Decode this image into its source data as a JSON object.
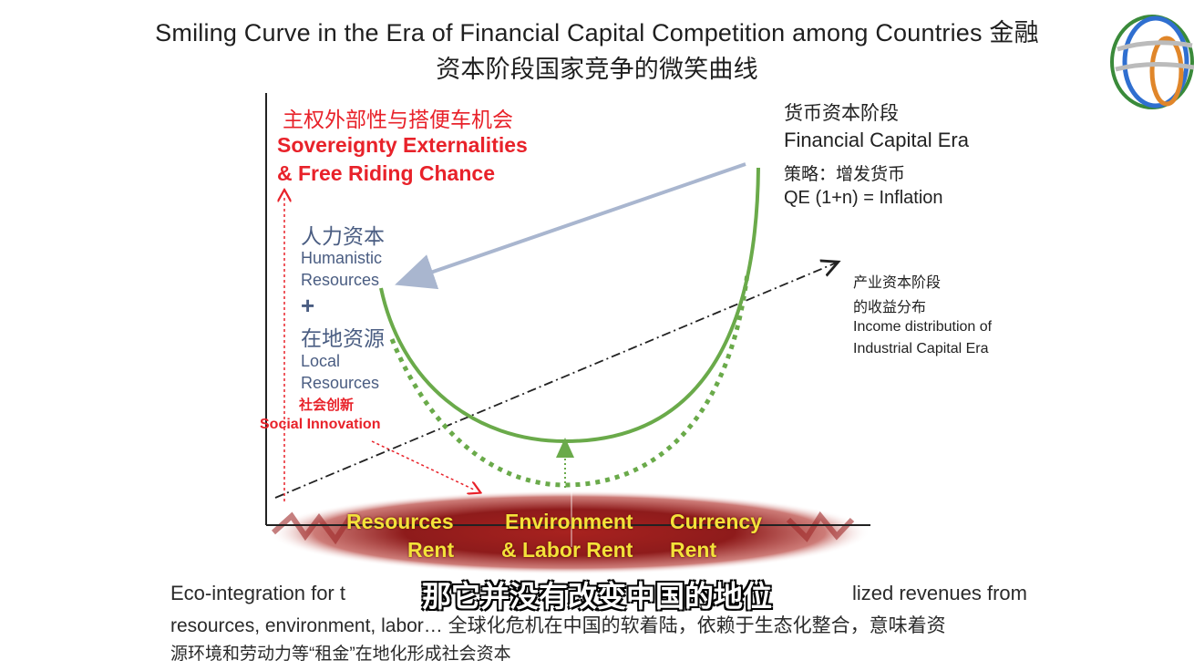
{
  "title_line1": "Smiling Curve in the Era of Financial Capital Competition among Countries 金融",
  "title_line2": "资本阶段国家竞争的微笑曲线",
  "left_top": {
    "cn": "主权外部性与搭便车机会",
    "en1": "Sovereignty Externalities",
    "en2": "& Free Riding Chance"
  },
  "left_mid": {
    "cn1": "人力资本",
    "en1a": "Humanistic",
    "en1b": "Resources",
    "plus": "+",
    "cn2": "在地资源",
    "en2a": "Local",
    "en2b": "Resources"
  },
  "social": {
    "cn": "社会创新",
    "en": "Social Innovation"
  },
  "right_top": {
    "cn": "货币资本阶段",
    "en": "Financial Capital Era",
    "strategy": "策略：增发货币",
    "formula": "QE (1+n) = Inflation"
  },
  "right_mid": {
    "cn1": "产业资本阶段",
    "cn2": "的收益分布",
    "en1": "Income distribution of",
    "en2": "Industrial Capital Era"
  },
  "rents": {
    "r1a": "Resources",
    "r1b": "Rent",
    "r2a": "Environment",
    "r2b": "& Labor Rent",
    "r3a": "Currency",
    "r3b": "Rent"
  },
  "footer": {
    "line1_left": "Eco-integration for t",
    "line1_right": "lized revenues from",
    "line2": "resources, environment, labor… 全球化危机在中国的软着陆，依赖于生态化整合，意味着资",
    "line3": "源环境和劳动力等“租金”在地化形成社会资本"
  },
  "subtitle": "那它并没有改变中国的地位",
  "colors": {
    "curve": "#6aaa4a",
    "red": "#e8222a",
    "arrow_blue": "#a9b6cf",
    "band": "#8e1b1b"
  }
}
